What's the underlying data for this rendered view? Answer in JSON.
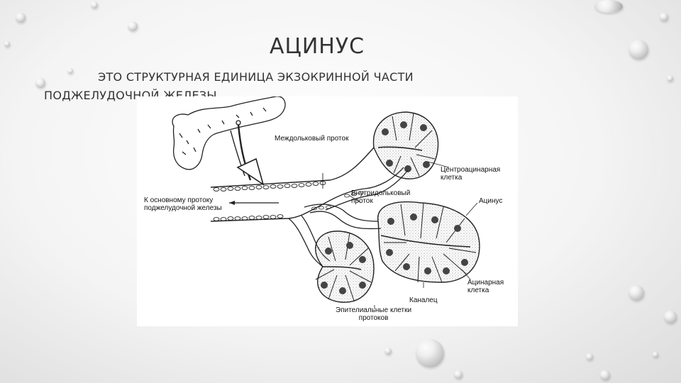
{
  "slide": {
    "title": "АЦИНУС",
    "subtitle_line1": "ЭТО СТРУКТУРНАЯ ЕДИНИЦА ЭКЗОКРИННОЙ ЧАСТИ",
    "subtitle_line2": "ПОДЖЕЛУДОЧНОЙ ЖЕЛЕЗЫ"
  },
  "diagram": {
    "labels": {
      "interlobular_duct": "Междольковый проток",
      "centroacinar_cell": "Центроацинарная\nклетка",
      "intralobular_duct": "Внутридольковый\nпроток",
      "acinus": "Ацинус",
      "to_main_duct": "К основному протоку\nподжелудочной железы",
      "acinar_cell": "Ацинарная\nклетка",
      "canaliculus": "Каналец",
      "duct_epithelial_cells": "Эпителиальные клетки\nпротоков"
    }
  },
  "colors": {
    "ink": "#1a1a1a",
    "stipple": "#bdbdbd"
  }
}
